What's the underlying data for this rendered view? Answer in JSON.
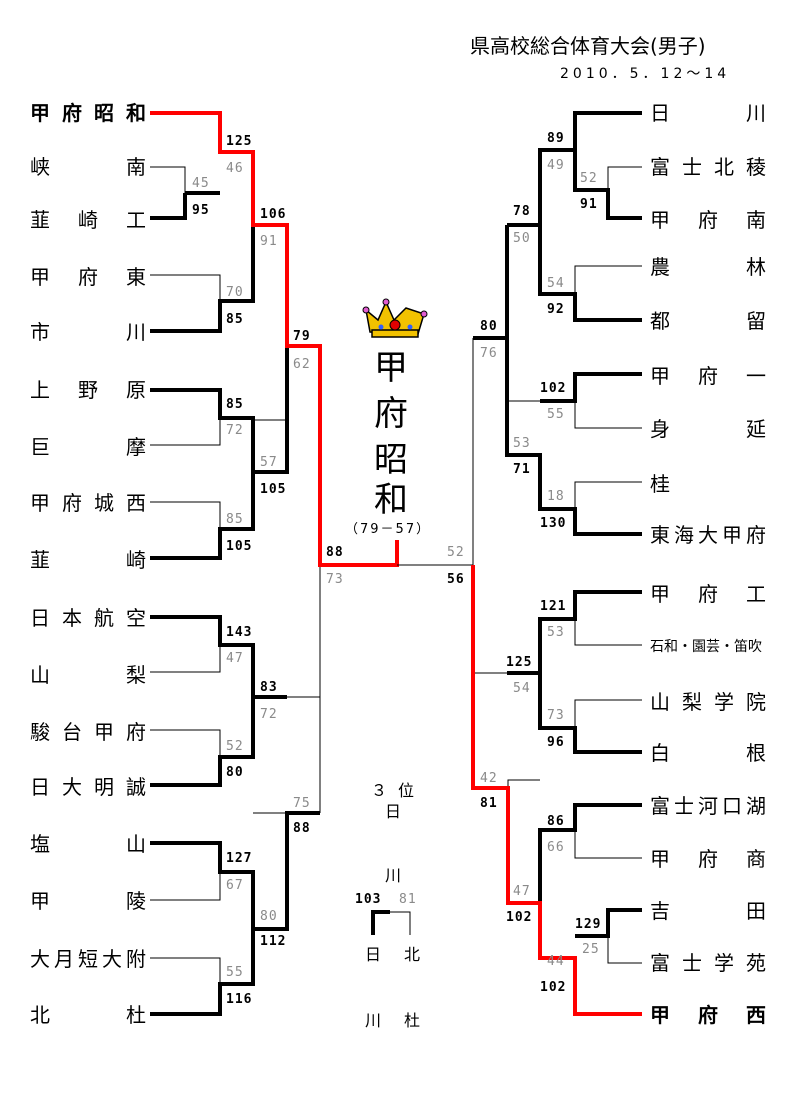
{
  "header": {
    "title": "県高校総合体育大会(男子)",
    "date": "2010．5．12～14"
  },
  "champion": {
    "chars": [
      "甲",
      "府",
      "昭",
      "和"
    ],
    "final_score": "（79－57）"
  },
  "left_teams": [
    {
      "name": "甲府昭和",
      "chars": [
        "甲",
        "府",
        "昭",
        "和"
      ],
      "bold": true
    },
    {
      "name": "峡南",
      "chars": [
        "峡",
        "南"
      ]
    },
    {
      "name": "韮崎工",
      "chars": [
        "韮",
        "崎",
        "工"
      ]
    },
    {
      "name": "甲府東",
      "chars": [
        "甲",
        "府",
        "東"
      ]
    },
    {
      "name": "市川",
      "chars": [
        "市",
        "川"
      ]
    },
    {
      "name": "上野原",
      "chars": [
        "上",
        "野",
        "原"
      ]
    },
    {
      "name": "巨摩",
      "chars": [
        "巨",
        "摩"
      ]
    },
    {
      "name": "甲府城西",
      "chars": [
        "甲",
        "府",
        "城",
        "西"
      ]
    },
    {
      "name": "韮崎",
      "chars": [
        "韮",
        "崎"
      ]
    },
    {
      "name": "日本航空",
      "chars": [
        "日",
        "本",
        "航",
        "空"
      ]
    },
    {
      "name": "山梨",
      "chars": [
        "山",
        "梨"
      ]
    },
    {
      "name": "駿台甲府",
      "chars": [
        "駿",
        "台",
        "甲",
        "府"
      ]
    },
    {
      "name": "日大明誠",
      "chars": [
        "日",
        "大",
        "明",
        "誠"
      ]
    },
    {
      "name": "塩山",
      "chars": [
        "塩",
        "山"
      ]
    },
    {
      "name": "甲陵",
      "chars": [
        "甲",
        "陵"
      ]
    },
    {
      "name": "大月短大附",
      "chars": [
        "大",
        "月",
        "短",
        "大",
        "附"
      ]
    },
    {
      "name": "北杜",
      "chars": [
        "北",
        "杜"
      ]
    }
  ],
  "right_teams": [
    {
      "name": "日川",
      "chars": [
        "日",
        "川"
      ]
    },
    {
      "name": "富士北稜",
      "chars": [
        "富",
        "士",
        "北",
        "稜"
      ]
    },
    {
      "name": "甲府南",
      "chars": [
        "甲",
        "府",
        "南"
      ]
    },
    {
      "name": "農林",
      "chars": [
        "農",
        "林"
      ]
    },
    {
      "name": "都留",
      "chars": [
        "都",
        "留"
      ]
    },
    {
      "name": "甲府一",
      "chars": [
        "甲",
        "府",
        "一"
      ]
    },
    {
      "name": "身延",
      "chars": [
        "身",
        "延"
      ]
    },
    {
      "name": "桂",
      "chars": [
        "桂"
      ]
    },
    {
      "name": "東海大甲府",
      "chars": [
        "東",
        "海",
        "大",
        "甲",
        "府"
      ]
    },
    {
      "name": "甲府工",
      "chars": [
        "甲",
        "府",
        "工"
      ]
    },
    {
      "name": "石和・園芸・笛吹",
      "chars": [
        "石和・園芸・笛吹"
      ],
      "small": true
    },
    {
      "name": "山梨学院",
      "chars": [
        "山",
        "梨",
        "学",
        "院"
      ]
    },
    {
      "name": "白根",
      "chars": [
        "白",
        "根"
      ]
    },
    {
      "name": "富士河口湖",
      "chars": [
        "富",
        "士",
        "河",
        "口",
        "湖"
      ]
    },
    {
      "name": "甲府商",
      "chars": [
        "甲",
        "府",
        "商"
      ]
    },
    {
      "name": "吉田",
      "chars": [
        "吉",
        "田"
      ]
    },
    {
      "name": "富士学苑",
      "chars": [
        "富",
        "士",
        "学",
        "苑"
      ]
    },
    {
      "name": "甲府西",
      "chars": [
        "甲",
        "府",
        "西"
      ],
      "bold": true
    }
  ],
  "scores": {
    "l_r1_a": {
      "w": "95",
      "l": "45"
    },
    "l_r2_a": {
      "w": "125",
      "l": "46"
    },
    "l_r2_b": {
      "w": "85",
      "l": "70"
    },
    "l_r2_c": {
      "w": "85",
      "l": "72"
    },
    "l_r2_d": {
      "w": "105",
      "l": "85"
    },
    "l_r2_e": {
      "w": "143",
      "l": "47"
    },
    "l_r2_f": {
      "w": "80",
      "l": "52"
    },
    "l_r2_g": {
      "w": "127",
      "l": "67"
    },
    "l_r2_h": {
      "w": "116",
      "l": "55"
    },
    "l_r3_a": {
      "w": "106",
      "l": "91"
    },
    "l_r3_b": {
      "w": "105",
      "l": "57"
    },
    "l_r3_c": {
      "w": "83",
      "l": "72"
    },
    "l_r3_d": {
      "w": "112",
      "l": "80"
    },
    "l_r4_a": {
      "w": "79",
      "l": "62"
    },
    "l_r4_b": {
      "w": "88",
      "l": "75"
    },
    "l_semi": {
      "w": "88",
      "l": "73"
    },
    "r_r1_a": {
      "w": "91",
      "l": "52"
    },
    "r_r2_a": {
      "w": "89",
      "l": "49"
    },
    "r_r2_b": {
      "w": "92",
      "l": "54"
    },
    "r_r2_c": {
      "w": "102",
      "l": "55"
    },
    "r_r2_d": {
      "w": "130",
      "l": "18"
    },
    "r_r2_e": {
      "w": "121",
      "l": "53"
    },
    "r_r2_f": {
      "w": "96",
      "l": "73"
    },
    "r_r2_g": {
      "w": "86",
      "l": "66"
    },
    "r_r2_h": {
      "w": "129",
      "l": "25"
    },
    "r_r3_a": {
      "w": "78",
      "l": "50"
    },
    "r_r3_b": {
      "w": "71",
      "l": "53"
    },
    "r_r3_c": {
      "w": "125",
      "l": "54"
    },
    "r_r3_d": {
      "w": "102",
      "l": "47"
    },
    "r_r4_a": {
      "w": "80",
      "l": "76"
    },
    "r_r4_b": {
      "w": "81",
      "l": "42"
    },
    "r_semi": {
      "w": "56",
      "l": "52"
    },
    "r_final_entry": {
      "w": "102",
      "l": "44"
    }
  },
  "third_place": {
    "label_num": "３",
    "label_word": "位",
    "teams_top": [
      "日",
      "川"
    ],
    "score_w": "103",
    "score_l": "81",
    "bottom_a": "日",
    "bottom_b": "北",
    "bottom_c": "川",
    "bottom_d": "杜"
  },
  "colors": {
    "win": "#000000",
    "champion_path": "#ff0000",
    "lose": "#000000",
    "lose_score": "#8a8a8a"
  },
  "icons": {
    "crown": "crown-icon"
  }
}
